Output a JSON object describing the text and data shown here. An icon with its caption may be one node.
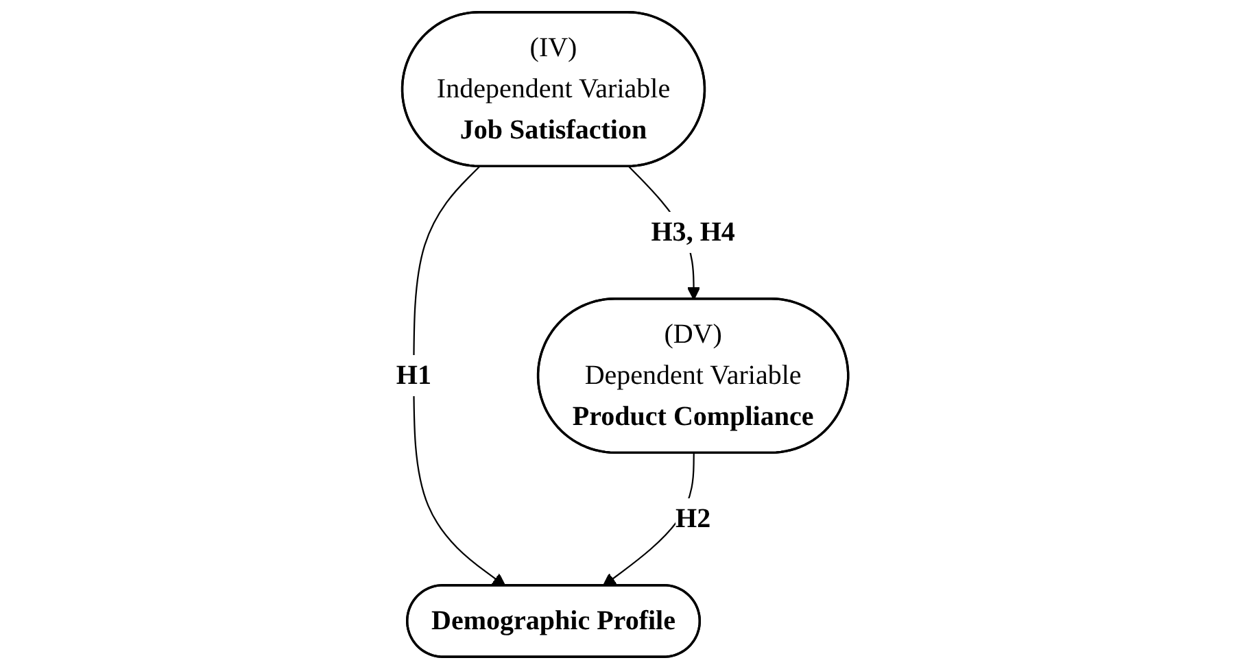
{
  "diagram": {
    "nodes": [
      {
        "text": [
          "(IV)",
          "Independent Variable",
          "Job Satisfaction"
        ]
      },
      {
        "text": [
          "(DV)",
          "Dependent Variable",
          "Product Compliance"
        ]
      },
      {
        "text": [
          "Demographic Profile"
        ]
      }
    ],
    "edges": [
      {
        "from": 0,
        "to": 1,
        "arrow": "to",
        "label": "H3, H4"
      },
      {
        "from": 0,
        "to": 2,
        "arrow": "to",
        "label": "H1"
      },
      {
        "from": 1,
        "to": 2,
        "arrow": "to",
        "label": "H2"
      }
    ]
  }
}
